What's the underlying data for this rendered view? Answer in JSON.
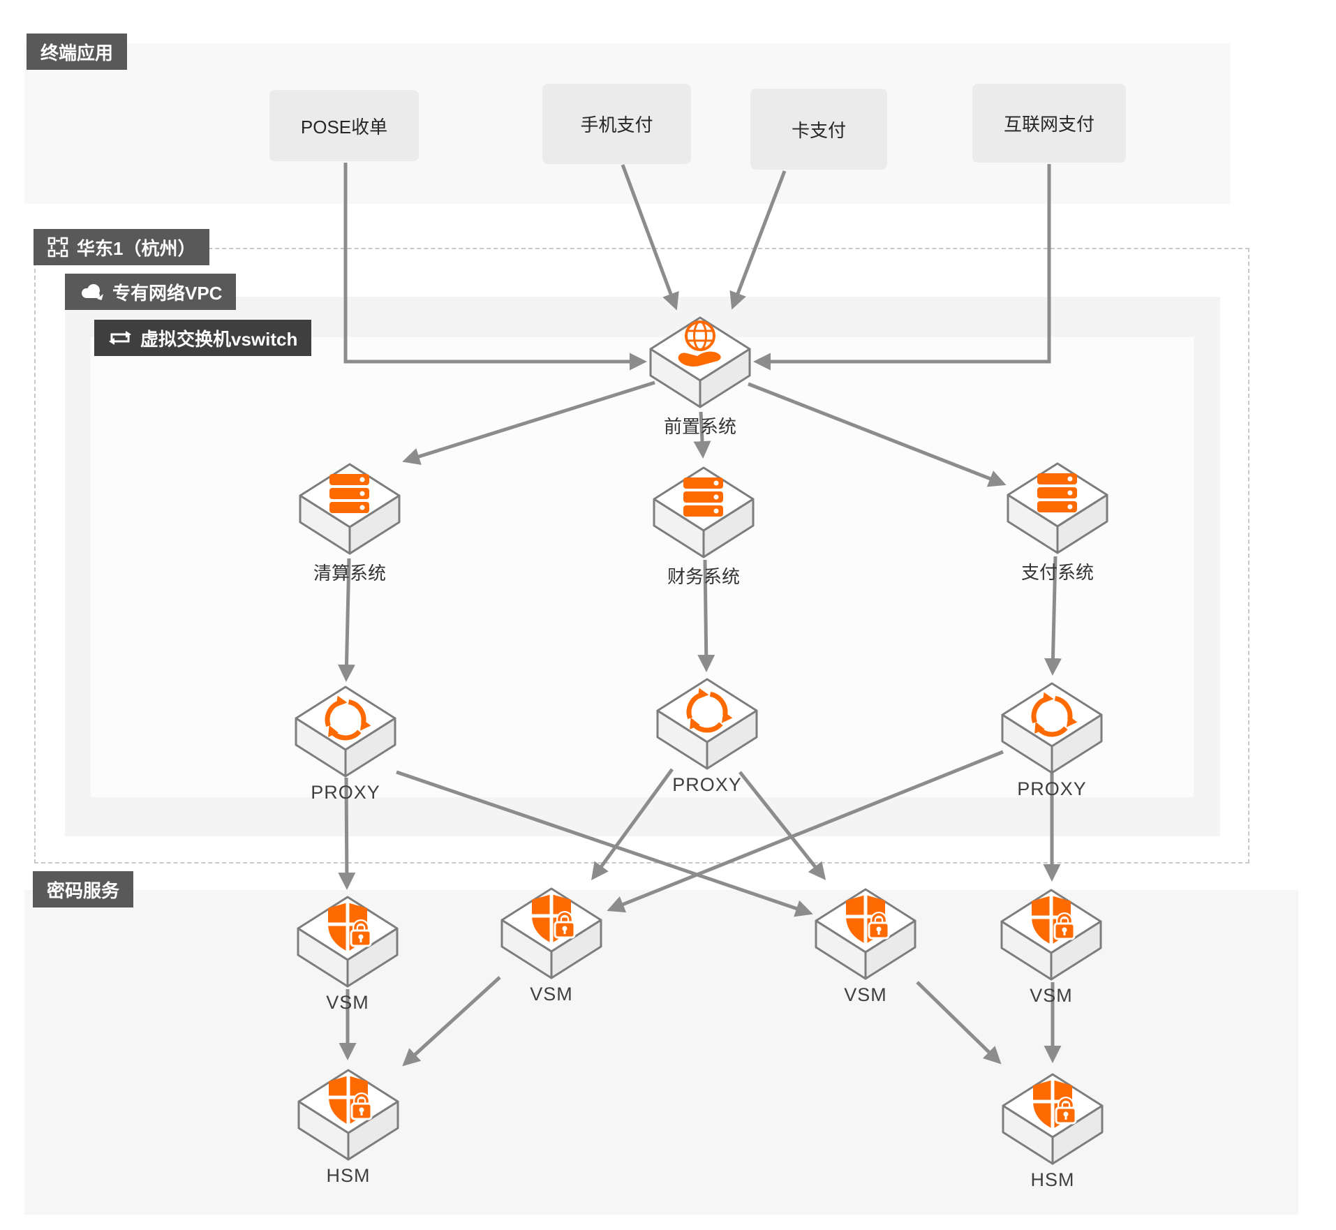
{
  "sections": {
    "terminal": {
      "label": "终端应用"
    },
    "region": {
      "label": "华东1（杭州）"
    },
    "vpc": {
      "label": "专有网络VPC"
    },
    "vswitch": {
      "label": "虚拟交换机vswitch"
    },
    "crypto": {
      "label": "密码服务"
    }
  },
  "terminal_apps": {
    "pose": {
      "label": "POSE收单"
    },
    "mobile": {
      "label": "手机支付"
    },
    "card": {
      "label": "卡支付"
    },
    "internet": {
      "label": "互联网支付"
    }
  },
  "nodes": {
    "front": {
      "label": "前置系统",
      "icon": "gateway-icon"
    },
    "clearing": {
      "label": "清算系统",
      "icon": "server-icon"
    },
    "finance": {
      "label": "财务系统",
      "icon": "server-icon"
    },
    "payment": {
      "label": "支付系统",
      "icon": "server-icon"
    },
    "proxy1": {
      "label": "PROXY",
      "icon": "proxy-icon"
    },
    "proxy2": {
      "label": "PROXY",
      "icon": "proxy-icon"
    },
    "proxy3": {
      "label": "PROXY",
      "icon": "proxy-icon"
    },
    "vsm1": {
      "label": "VSM",
      "icon": "shield-lock-icon"
    },
    "vsm2": {
      "label": "VSM",
      "icon": "shield-lock-icon"
    },
    "vsm3": {
      "label": "VSM",
      "icon": "shield-lock-icon"
    },
    "vsm4": {
      "label": "VSM",
      "icon": "shield-lock-icon"
    },
    "hsm1": {
      "label": "HSM",
      "icon": "shield-lock-icon"
    },
    "hsm2": {
      "label": "HSM",
      "icon": "shield-lock-icon"
    }
  },
  "colors": {
    "accent_orange": "#FF6A00",
    "badge_background": "#595959",
    "vswitch_badge_background": "#3F3F3F",
    "arrow_gray": "#8C8C8C",
    "node_outline": "#7D7D7D",
    "panel_gray": "#F5F5F5"
  }
}
